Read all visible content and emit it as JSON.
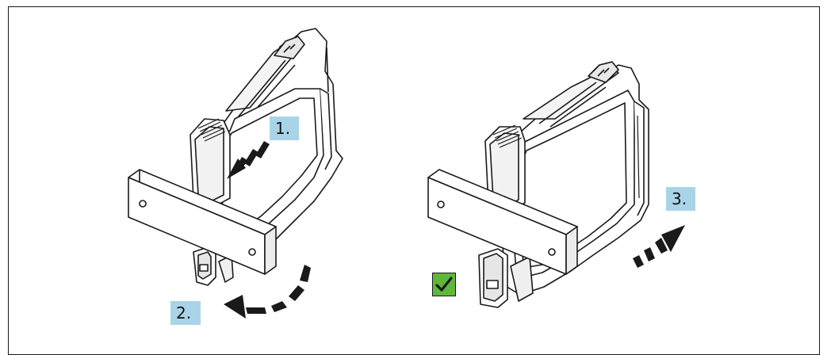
{
  "steps": {
    "step1_label": "1.",
    "step2_label": "2.",
    "step3_label": "3."
  },
  "icons": {
    "success": "checkmark-icon"
  },
  "colors": {
    "label_background": "#a9d4e8",
    "check_background": "#5fb83a",
    "line": "#1a1a1a"
  }
}
